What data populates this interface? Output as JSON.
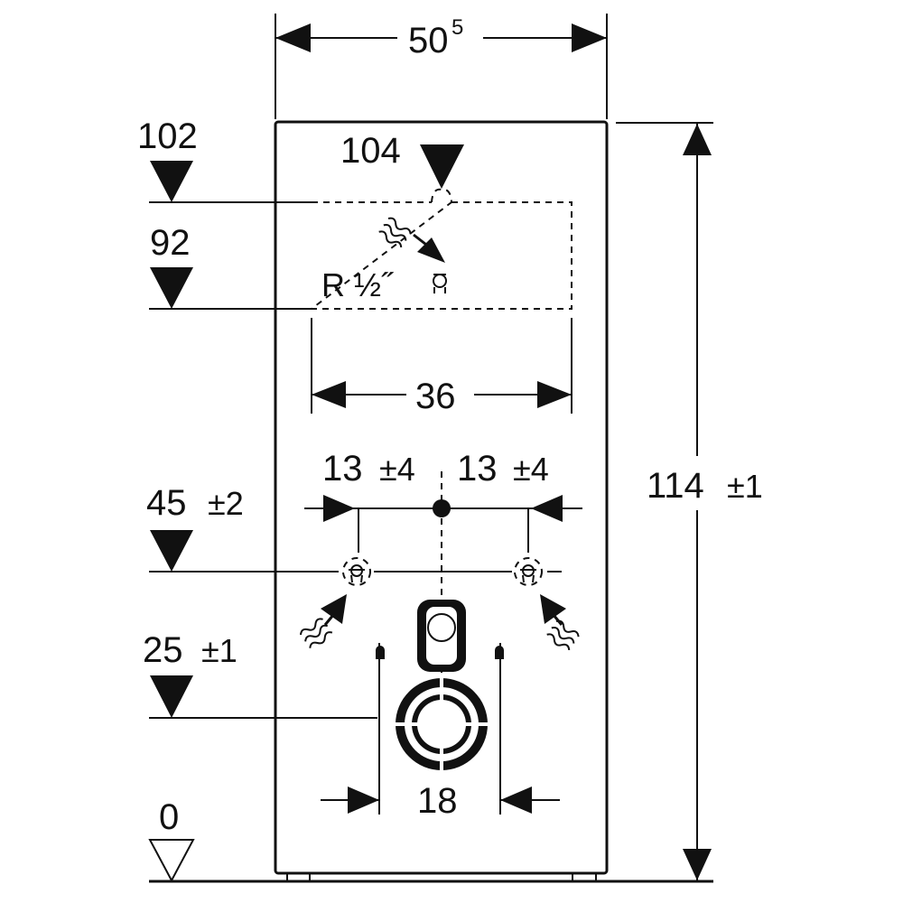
{
  "dimensions": {
    "width_top": {
      "value": "50",
      "superscript": "5"
    },
    "height_total": {
      "value": "114",
      "tolerance": "±1"
    },
    "width_panel": {
      "value": "36"
    },
    "offset_left": {
      "value": "13",
      "tolerance": "±4"
    },
    "offset_right": {
      "value": "13",
      "tolerance": "±4"
    },
    "width_bottom": {
      "value": "18"
    }
  },
  "levels": [
    {
      "id": "level-102",
      "value": "102",
      "tolerance": ""
    },
    {
      "id": "level-104",
      "value": "104",
      "tolerance": ""
    },
    {
      "id": "level-92",
      "value": "92",
      "tolerance": ""
    },
    {
      "id": "level-45",
      "value": "45",
      "tolerance": "±2"
    },
    {
      "id": "level-25",
      "value": "25",
      "tolerance": "±1"
    },
    {
      "id": "level-0",
      "value": "0",
      "tolerance": ""
    }
  ],
  "connection": {
    "thread_label": "R ½˝"
  }
}
